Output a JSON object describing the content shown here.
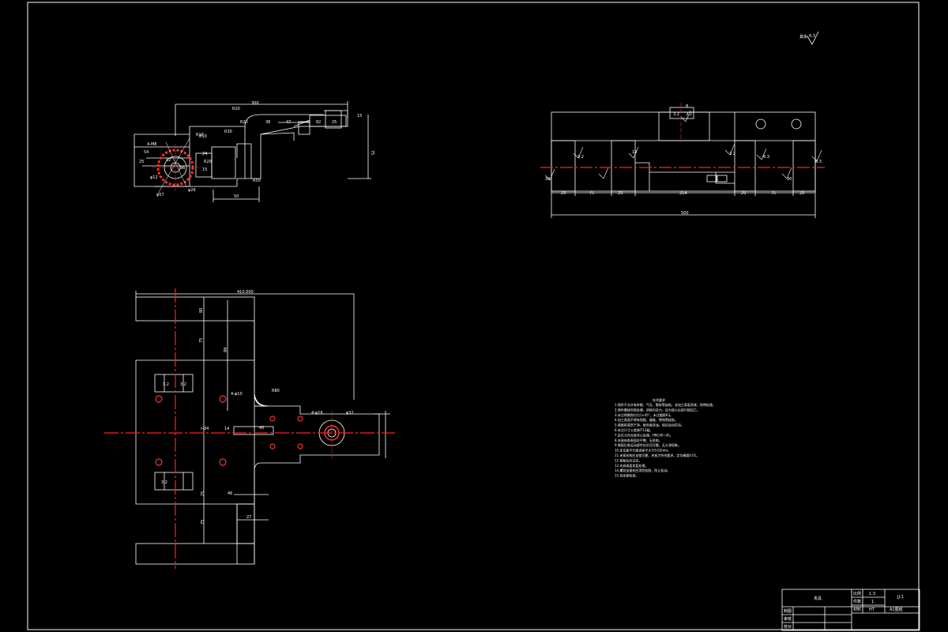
{
  "colors": {
    "background": "#000000",
    "outline": "#ffffff",
    "centerline": "#ff2020",
    "hatch": "#ff3030"
  },
  "surface_finish": {
    "mark": "6.3",
    "prefix": "其余"
  },
  "views": {
    "top_left": {
      "labels": [
        "300",
        "R20",
        "R30",
        "R20",
        "R10",
        "R50",
        "38",
        "47",
        "82",
        "25",
        "15",
        "75",
        "24",
        "15",
        "54",
        "4-M8",
        "25",
        "R10",
        "50",
        "R20",
        "52",
        "96",
        "φ12",
        "φ57",
        "φ26"
      ]
    },
    "top_right": {
      "dims": [
        "29",
        "75",
        "29",
        "214",
        "29",
        "75",
        "29",
        "500"
      ],
      "labels": [
        "8",
        "3.2",
        "3.2",
        "3.2",
        "12",
        "3.2",
        "6.3",
        "6.3",
        "30",
        "30"
      ]
    },
    "bottom_left": {
      "labels": [
        "410.000",
        "80",
        "75",
        "99",
        "2",
        "4-φ10",
        "R80",
        "4-φ16",
        "φ32",
        "40",
        "14",
        "34",
        "25",
        "46",
        "75",
        "27",
        "3.2",
        "3.2",
        "3.2"
      ]
    }
  },
  "tech_notes": {
    "title": "技术要求",
    "lines": [
      "1.铸件不允许有砂眼、气孔、裂纹等缺陷，非加工表面涂漆，防锈处理。",
      "2.铸件需经时效处理，消除内应力，应力退火后进行粗加工。",
      "3.未注明倒角均为1×45°，未注圆角R3。",
      "4.加工表面不得有划痕、磕碰、锈蚀等缺陷。",
      "5.装配前清洗干净，配合面涂油，保证运动灵活。",
      "6.未注尺寸公差按IT12级。",
      "7.定位元件应经淬火处理，HRC40~45。",
      "8.夹具体各表面应平整，无毛刺。",
      "9.装配后各运动部件应灵活可靠，无卡滞现象。",
      "10.定位面平行度误差不大于0.02mm。",
      "11.夹紧机构应自锁可靠，夹紧力符合要求，定位精度0.01。",
      "12.装配后应试夹。",
      "13.夹具表面发蓝处理。",
      "14.螺纹连接处应涂防松胶，防止松动。",
      "15.其余按标准。"
    ]
  },
  "title_block": {
    "name": "夹具",
    "scale_label": "比例",
    "scale": "1:3",
    "qty_label": "件数",
    "qty": "1",
    "material_label": "材料",
    "material": "HT",
    "drawing_no": "JJ-1",
    "sheet": "A1图纸",
    "row_labels": [
      "制图",
      "审核",
      "校对"
    ]
  }
}
